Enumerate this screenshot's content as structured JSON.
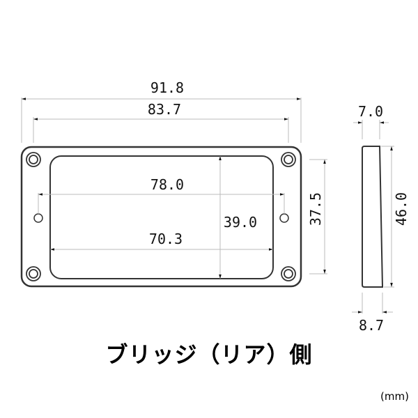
{
  "diagram": {
    "title": "ブリッジ（リア）側",
    "unit": "(mm)",
    "front_view": {
      "outer_width": "91.8",
      "mount_hole_span": "83.7",
      "inner_width_top": "78.0",
      "inner_width_bottom": "70.3",
      "inner_height": "39.0",
      "hole_span_vertical": "37.5"
    },
    "side_view": {
      "top_thickness": "7.0",
      "bottom_thickness": "8.7",
      "height": "46.0"
    }
  },
  "colors": {
    "outline": "#333333",
    "dimension_line": "#bbbbbb",
    "arrow": "#111111"
  }
}
